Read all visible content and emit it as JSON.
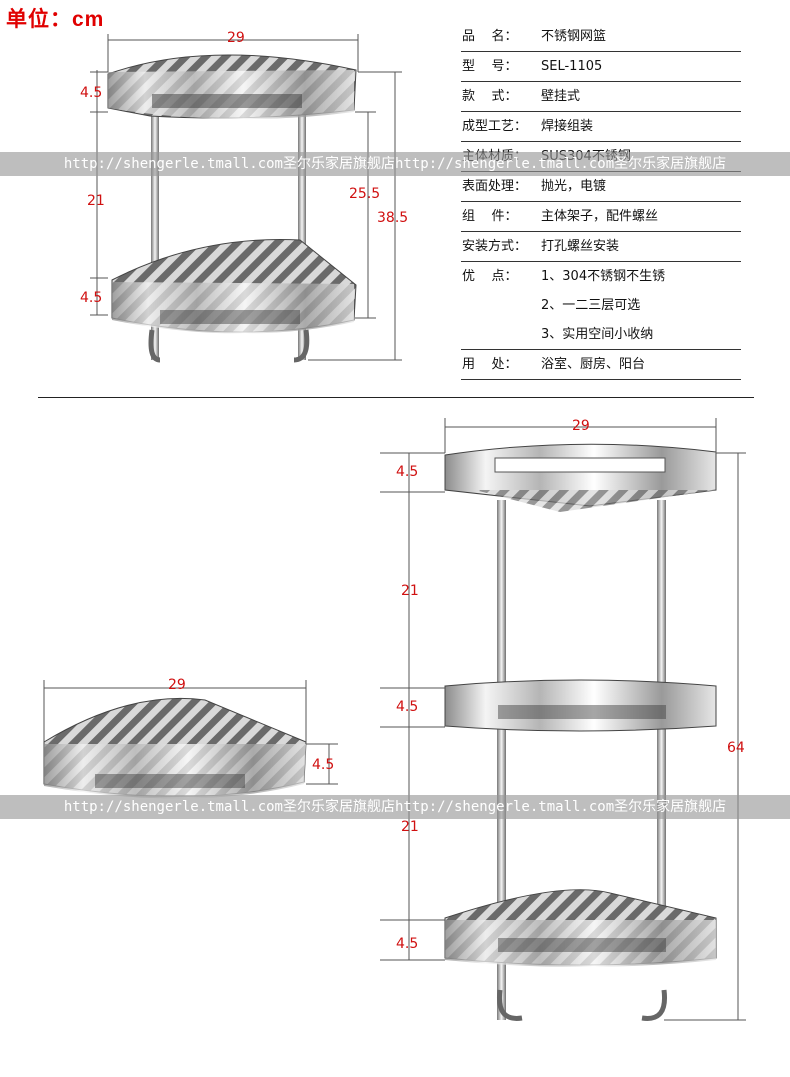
{
  "unit_label": "单位：cm",
  "specs": [
    {
      "label": "品    名：",
      "value": "不锈钢网篮"
    },
    {
      "label": "型    号：",
      "value": "SEL-1105"
    },
    {
      "label": "款    式：",
      "value": "壁挂式"
    },
    {
      "label": "成型工艺：",
      "value": "焊接组装"
    },
    {
      "label": "主体材质：",
      "value": "SUS304不锈钢"
    },
    {
      "label": "表面处理：",
      "value": "抛光，电镀"
    },
    {
      "label": "组    件：",
      "value": "主体架子，配件螺丝"
    },
    {
      "label": "安装方式：",
      "value": "打孔螺丝安装"
    },
    {
      "label": "优    点：",
      "value": "1、304不锈钢不生锈"
    },
    {
      "label": "",
      "value": "2、一二三层可选"
    },
    {
      "label": "",
      "value": "3、实用空间小收纳"
    },
    {
      "label": "用    处：",
      "value": "浴室、厨房、阳台"
    }
  ],
  "watermark": "http://shengerle.tmall.com圣尔乐家居旗舰店http://shengerle.tmall.com圣尔乐家居旗舰店",
  "dims": {
    "two_tier": {
      "width": "29",
      "top_shelf": "4.5",
      "gap": "21",
      "bottom_shelf": "4.5",
      "inner_height": "25.5",
      "total_height": "38.5"
    },
    "single": {
      "width": "29",
      "height": "4.5"
    },
    "three_tier": {
      "width": "29",
      "shelf1": "4.5",
      "gap1": "21",
      "shelf2": "4.5",
      "gap2": "21",
      "shelf3": "4.5",
      "total_height": "64"
    }
  },
  "colors": {
    "dimension": "#d01010",
    "steel_light": "#f2f2f2",
    "steel_dark": "#555555",
    "watermark_band": "#969696"
  }
}
